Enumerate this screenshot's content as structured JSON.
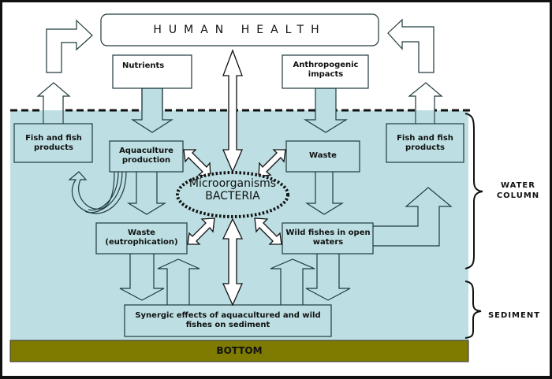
{
  "title": "HUMAN HEALTH",
  "center": {
    "line1": "Microorganisms",
    "line2": "BACTERIA"
  },
  "boxes": {
    "nutrients": "Nutrients",
    "anthropogenic": "Anthropogenic impacts",
    "fish_left": "Fish and fish products",
    "fish_right": "Fish and fish products",
    "aquaculture": "Aquaculture production",
    "waste": "Waste",
    "waste_eutro": "Waste (eutrophication)",
    "wild_fishes": "Wild fishes in open waters",
    "synergic": "Synergic effects of aquacultured and wild fishes on sediment"
  },
  "zones": {
    "water_column_1": "WATER",
    "water_column_2": "COLUMN",
    "sediment": "SEDIMENT",
    "bottom": "BOTTOM"
  },
  "colors": {
    "water": "#BDDFE3",
    "bottom": "#7E7B00",
    "stroke": "#1F3A3D"
  }
}
